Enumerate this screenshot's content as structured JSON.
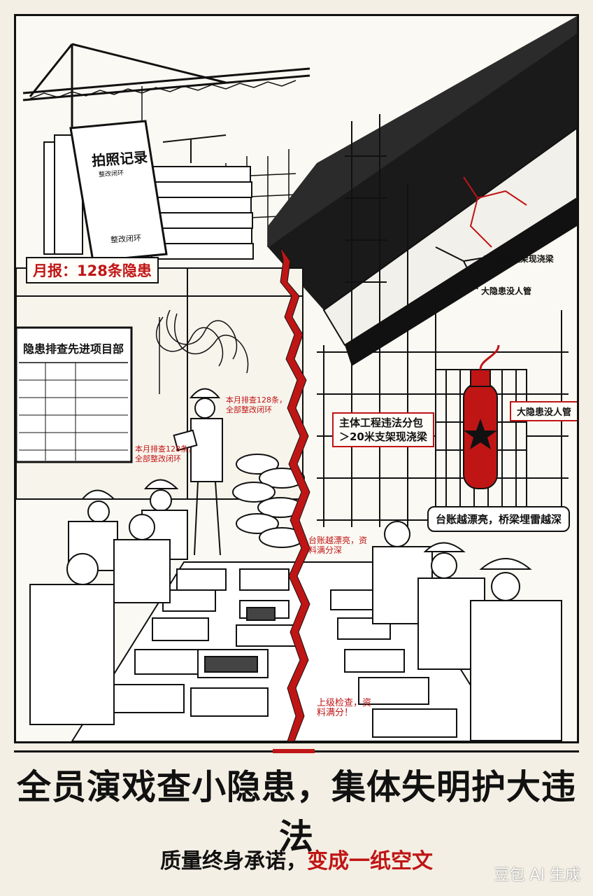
{
  "binder": {
    "title": "拍照记录",
    "subtitle": "整改闭环",
    "footer": "整改闭环"
  },
  "monthly_report": "月报：128条隐患",
  "board": {
    "title": "隐患排查先进项目部",
    "rows": [
      "",
      "",
      "",
      "",
      ""
    ]
  },
  "note_worker": "本月排查128条，全部整改闭环",
  "note_wall": "本月排查128条，全部整改闭环",
  "note_bridge_1": "＞20米支架现浇梁",
  "note_bridge_2": "大隐患没人管",
  "label_subcontract": {
    "line1": "主体工程违法分包",
    "line2": "＞20米支架现浇梁"
  },
  "label_danger": "大隐患没人管",
  "speech": "台账越漂亮，桥梁埋雷越深",
  "note_table_1": "台账越漂亮，资料满分深",
  "note_table_2": "上级检查，资料满分！",
  "headline": "全员演戏查小隐患，集体失明护大违法",
  "subheadline": {
    "part1": "质量终身承诺，",
    "part2": "变成一纸空文"
  },
  "watermark": "豆包 AI 生成",
  "colors": {
    "accent": "#c01515",
    "ink": "#111111",
    "paper": "#fbf9f3"
  }
}
